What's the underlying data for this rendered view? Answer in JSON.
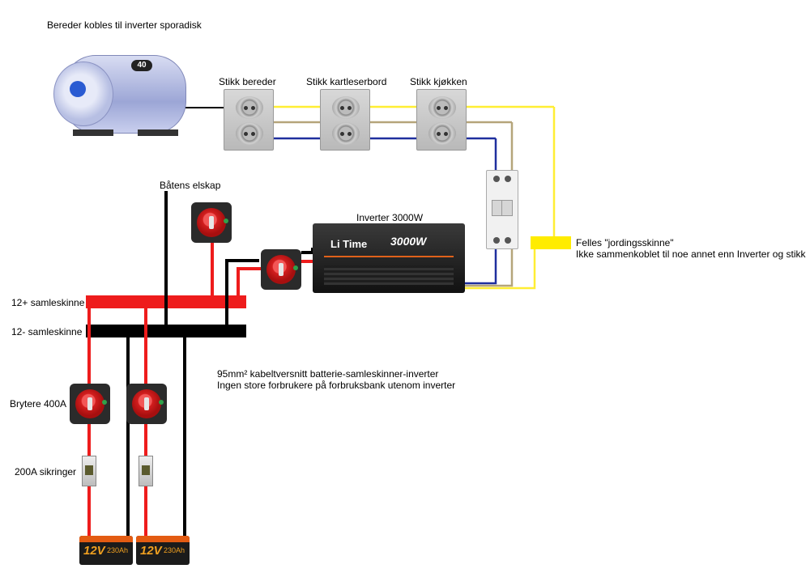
{
  "labels": {
    "heater_title": "Bereder kobles til inverter sporadisk",
    "socket_bereder": "Stikk bereder",
    "socket_kartleserbord": "Stikk kartleserbord",
    "socket_kjokken": "Stikk kjøkken",
    "boat_panel": "Båtens elskap",
    "inverter_title": "Inverter 3000W",
    "ground_bar_line1": "Felles \"jordingsskinne\"",
    "ground_bar_line2": "Ikke sammenkoblet til noe annet enn Inverter og stikk",
    "bus_positive": "12+ samleskinne",
    "bus_negative": "12- samleskinne",
    "cable_note_line1": "95mm² kabeltversnitt batterie-samleskinner-inverter",
    "cable_note_line2": "Ingen store forbrukere på forbruksbank utenom inverter",
    "switches_400a": "Brytere 400A",
    "fuses_200a": "200A sikringer"
  },
  "device_text": {
    "heater_badge": "40",
    "inverter_brand": "Li Time",
    "inverter_model": "3000W",
    "battery_voltage": "12V",
    "battery_capacity": "230Ah"
  },
  "colors": {
    "positive": "#ee1c1c",
    "negative": "#000000",
    "phase": "#ffee33",
    "neutral": "#b5a57a",
    "earth": "#1f2f9e",
    "ground_bar": "#ffec00"
  }
}
